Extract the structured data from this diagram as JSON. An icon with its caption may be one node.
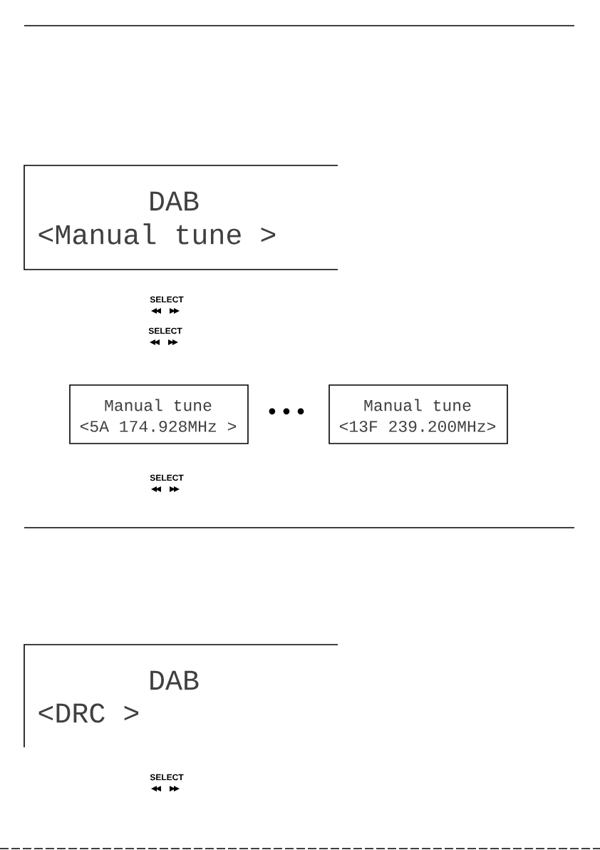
{
  "diagram": {
    "nodes": [
      {
        "text": [
          "DAB",
          "<Manual tune >"
        ]
      },
      {
        "text": [
          "Manual tune",
          "<5A 174.928MHz >"
        ]
      },
      {
        "text": [
          "Manual tune",
          "<13F 239.200MHz>"
        ]
      },
      {
        "text": [
          "DAB",
          "<DRC >"
        ]
      }
    ],
    "labels": [
      "SELECT",
      "SELECT",
      "• • •",
      "SELECT",
      "SELECT"
    ]
  }
}
